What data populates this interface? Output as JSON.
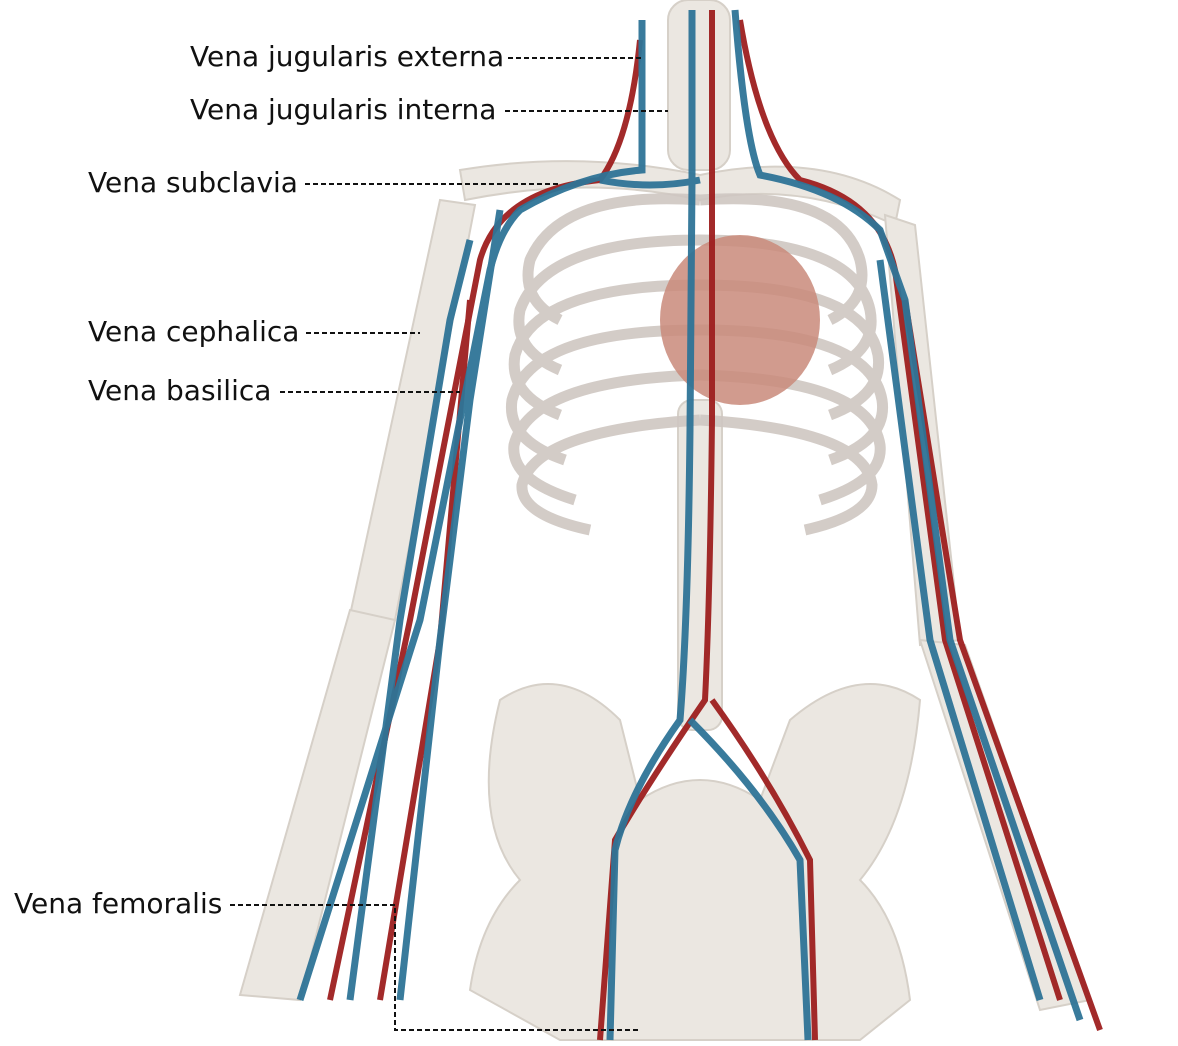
{
  "labels": {
    "jugularis_externa": "Vena jugularis externa",
    "jugularis_interna": "Vena jugularis interna",
    "subclavia": "Vena subclavia",
    "cephalica": "Vena cephalica",
    "basilica": "Vena basilica",
    "femoralis": "Vena femoralis"
  },
  "colors": {
    "vein": "#2f7497",
    "artery": "#9e1f1f",
    "bone": "#e9e5df",
    "heart": "#c98a7a",
    "leader": "#111111"
  }
}
